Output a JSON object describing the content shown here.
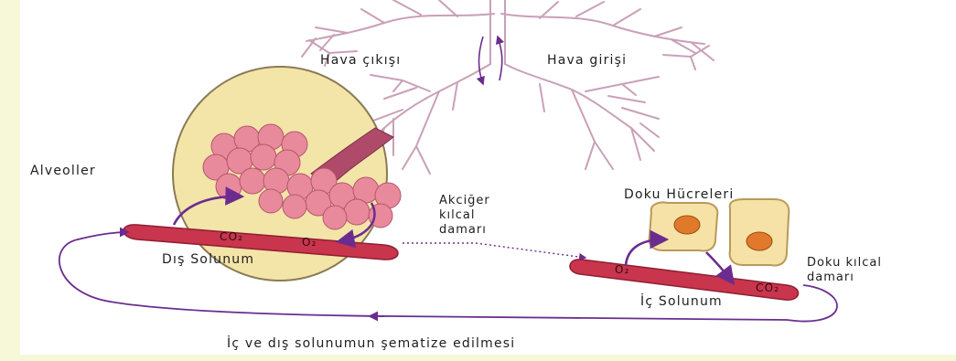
{
  "labels": {
    "air_out": "Hava çıkışı",
    "air_in": "Hava girişi",
    "alveoli": "Alveoller",
    "lung_capillary_line1": "Akciğer",
    "lung_capillary_line2": "kılcal",
    "lung_capillary_line3": "damarı",
    "tissue_cells": "Doku Hücreleri",
    "external_respiration": "Dış Solunum",
    "internal_respiration": "İç Solunum",
    "tissue_capillary_line1": "Doku kılcal",
    "tissue_capillary_line2": "damarı",
    "co2": "CO₂",
    "o2": "O₂",
    "caption": "İç ve dış solunumun şematize edilmesi"
  },
  "colors": {
    "lung_outline": "#c9a0b8",
    "arrow_purple": "#6a2d8f",
    "vessel_red": "#c9354d",
    "alveoli_pink": "#e98a9c",
    "zoom_circle_fill": "#f3e4a8",
    "cell_fill": "#f6e2a6",
    "nucleus": "#e07a2a"
  }
}
